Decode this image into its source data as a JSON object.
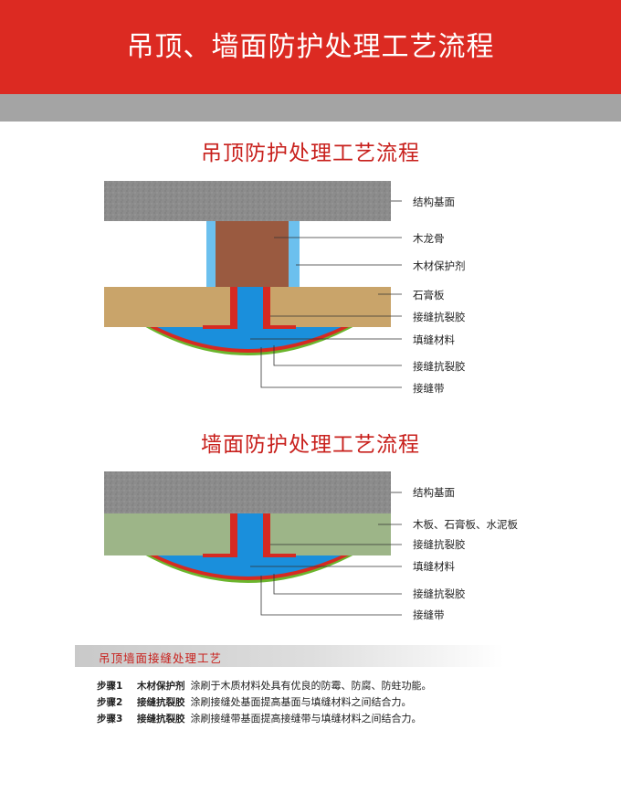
{
  "header": {
    "title": "吊顶、墙面防护处理工艺流程"
  },
  "diagram1": {
    "title": "吊顶防护处理工艺流程",
    "labels": [
      "结构基面",
      "木龙骨",
      "木材保护剂",
      "石膏板",
      "接缝抗裂胶",
      "填缝材料",
      "接缝抗裂胶",
      "接缝带"
    ]
  },
  "diagram2": {
    "title": "墙面防护处理工艺流程",
    "labels": [
      "结构基面",
      "木板、石膏板、水泥板",
      "接缝抗裂胶",
      "填缝材料",
      "接缝抗裂胶",
      "接缝带"
    ]
  },
  "process": {
    "title": "吊顶墙面接缝处理工艺",
    "steps": [
      {
        "no": "步骤1",
        "name": "木材保护剂",
        "desc": "涂刷于木质材料处具有优良的防霉、防腐、防蛀功能。"
      },
      {
        "no": "步骤2",
        "name": "接缝抗裂胶",
        "desc": "涂刷接缝处基面提高基面与填缝材料之间结合力。"
      },
      {
        "no": "步骤3",
        "name": "接缝抗裂胶",
        "desc": "涂刷接缝带基面提高接缝带与填缝材料之间结合力。"
      }
    ]
  },
  "colors": {
    "header_red": "#dc2a22",
    "title_red": "#c8201c",
    "concrete": "#8a8a8a",
    "wood_joist": "#9a5a40",
    "wood_preservative": "#6cc0ee",
    "gypsum_board": "#c9a46a",
    "wall_board": "#9db588",
    "filler_blue": "#1a8fdc",
    "crack_glue_red": "#d62a22",
    "joint_tape_green": "#6bb52d"
  }
}
